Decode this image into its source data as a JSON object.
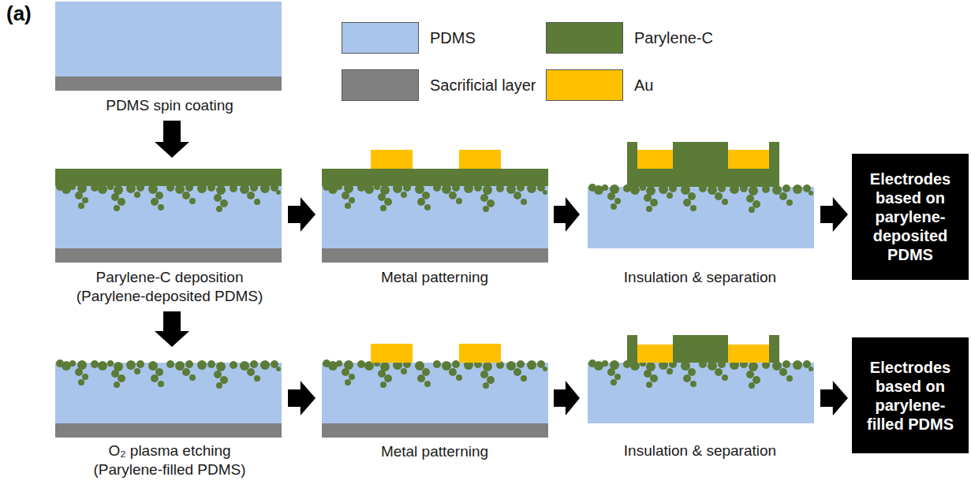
{
  "diagram": {
    "nodes": [
      {
        "text": [
          "PDMS spin coating"
        ]
      },
      {
        "text": [
          "Parylene-C deposition",
          "(Parylene-deposited PDMS)"
        ]
      },
      {
        "text": [
          "Metal patterning"
        ]
      },
      {
        "text": [
          "Insulation & separation"
        ]
      },
      {
        "text": [
          "Electrodes based on parylene-deposited PDMS"
        ]
      },
      {
        "text": [
          "O₂ plasma etching",
          "(Parylene-filled PDMS)"
        ]
      },
      {
        "text": [
          "Metal patterning"
        ]
      },
      {
        "text": [
          "Insulation & separation"
        ]
      },
      {
        "text": [
          "Electrodes based on parylene-filled PDMS"
        ]
      }
    ],
    "edges": [
      {
        "from": 0,
        "to": 1,
        "arrow": "to"
      },
      {
        "from": 1,
        "to": 2,
        "arrow": "to"
      },
      {
        "from": 2,
        "to": 3,
        "arrow": "to"
      },
      {
        "from": 3,
        "to": 4,
        "arrow": "to"
      },
      {
        "from": 1,
        "to": 5,
        "arrow": "to"
      },
      {
        "from": 5,
        "to": 6,
        "arrow": "to"
      },
      {
        "from": 6,
        "to": 7,
        "arrow": "to"
      },
      {
        "from": 7,
        "to": 8,
        "arrow": "to"
      }
    ],
    "labels": [
      "(a)"
    ],
    "legend": [
      {
        "text": "PDMS",
        "color": "#a9c5ec"
      },
      {
        "text": "Parylene-C",
        "color": "#5b7b36"
      },
      {
        "text": "Sacrificial layer",
        "color": "#808080"
      },
      {
        "text": "Au",
        "color": "#ffc000"
      }
    ]
  }
}
